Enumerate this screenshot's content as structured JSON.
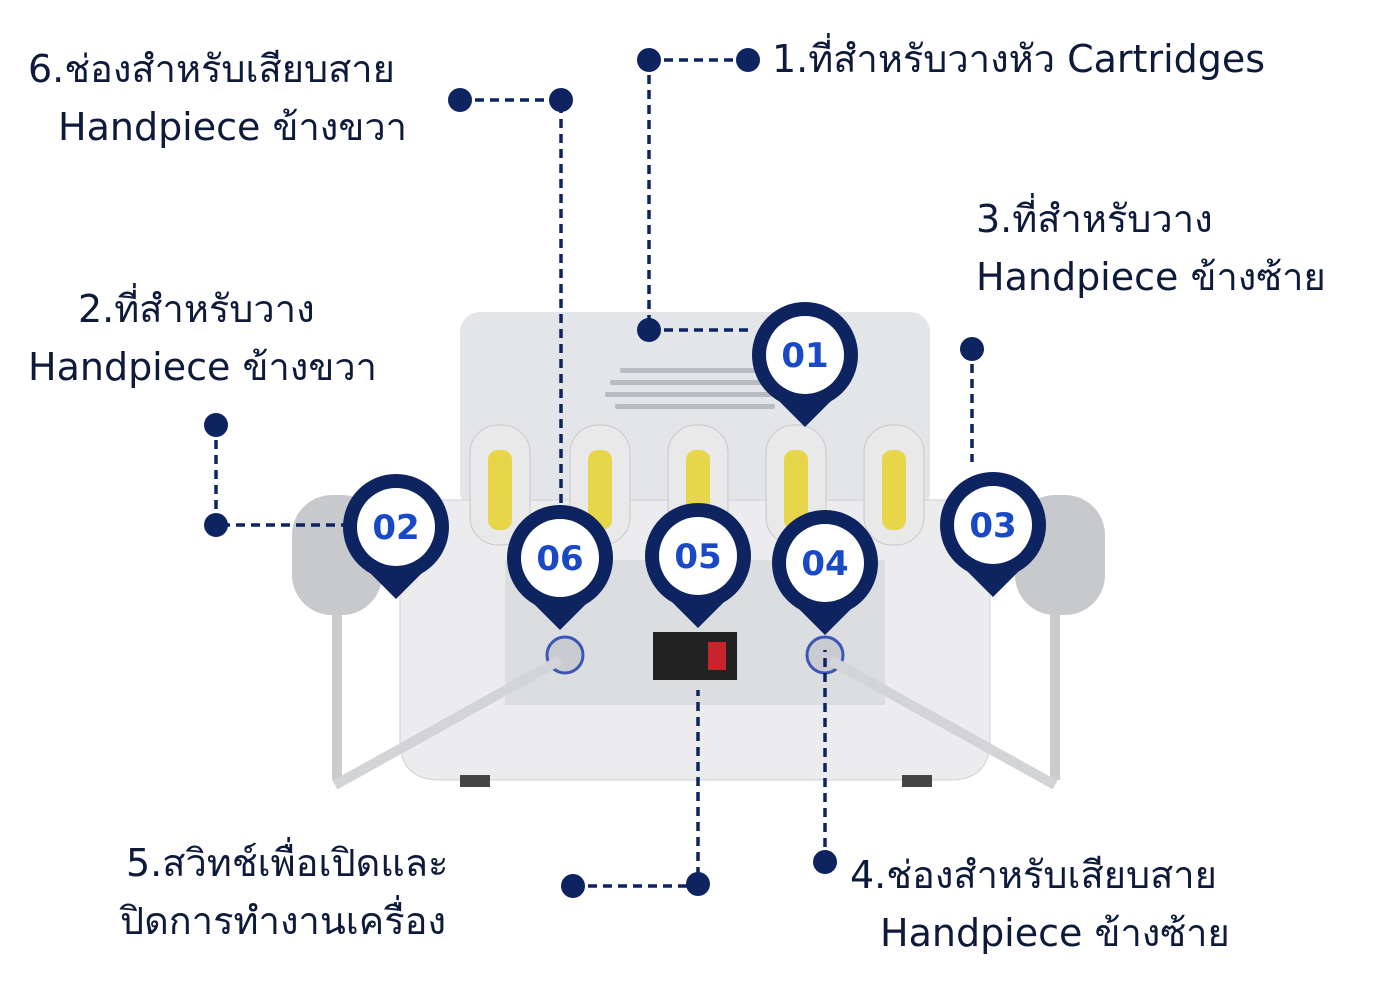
{
  "labels": {
    "l1": {
      "line1": "1.ที่สำหรับวางหัว Cartridges"
    },
    "l2": {
      "line1": "2.ที่สำหรับวาง",
      "line2": "Handpiece ข้างขวา"
    },
    "l3": {
      "line1": "3.ที่สำหรับวาง",
      "line2": "Handpiece ข้างซ้าย"
    },
    "l4": {
      "line1": "4.ช่องสำหรับเสียบสาย",
      "line2": "Handpiece ข้างซ้าย"
    },
    "l5": {
      "line1": "5.สวิทช์เพื่อเปิดและ",
      "line2": "ปิดการทำงานเครื่อง"
    },
    "l6": {
      "line1": "6.ช่องสำหรับเสียบสาย",
      "line2": "Handpiece ข้างขวา"
    }
  },
  "markers": {
    "m01": "01",
    "m02": "02",
    "m03": "03",
    "m04": "04",
    "m05": "05",
    "m06": "06"
  },
  "colors": {
    "navy": "#0d2461",
    "marker_text": "#1a49c6",
    "device": "#dcdde0"
  }
}
